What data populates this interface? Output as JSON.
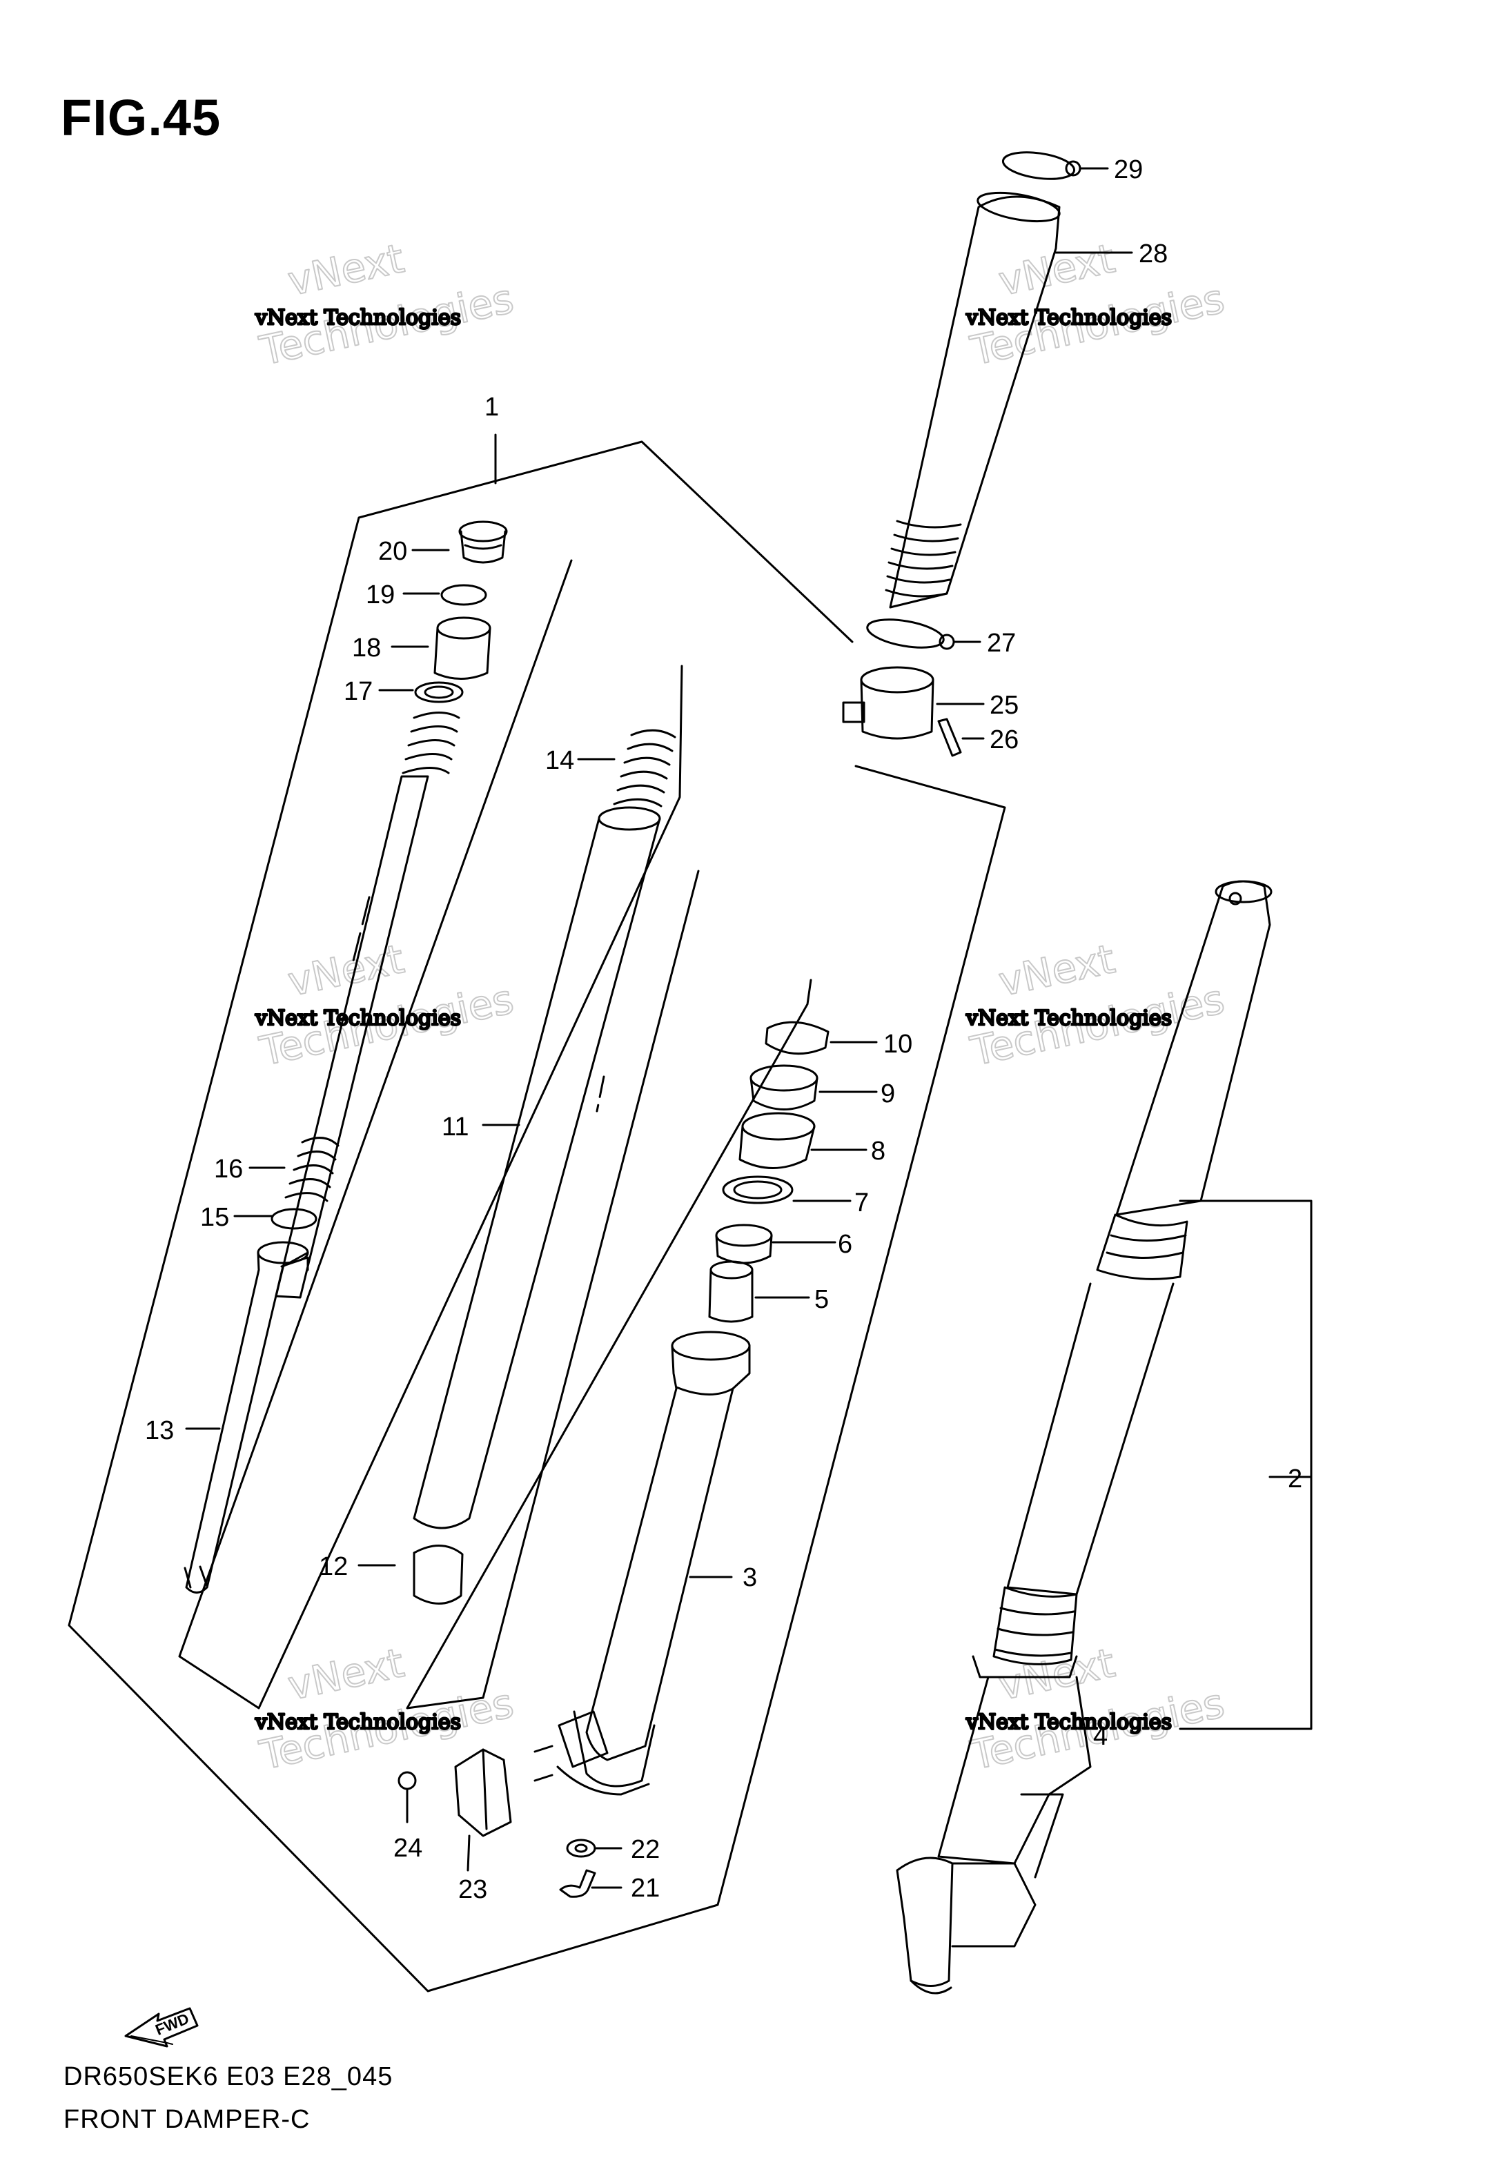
{
  "figure": {
    "title": "FIG.45",
    "model_code": "DR650SEK6 E03 E28_045",
    "name": "FRONT DAMPER-C",
    "fwd_label": "FWD"
  },
  "watermark": {
    "small": "vNext Technologies",
    "large": "Technologies",
    "top": "vNext"
  },
  "callouts": [
    "1",
    "2",
    "3",
    "4",
    "5",
    "6",
    "7",
    "8",
    "9",
    "10",
    "11",
    "12",
    "13",
    "14",
    "15",
    "16",
    "17",
    "18",
    "19",
    "20",
    "21",
    "22",
    "23",
    "24",
    "25",
    "26",
    "27",
    "28",
    "29"
  ]
}
